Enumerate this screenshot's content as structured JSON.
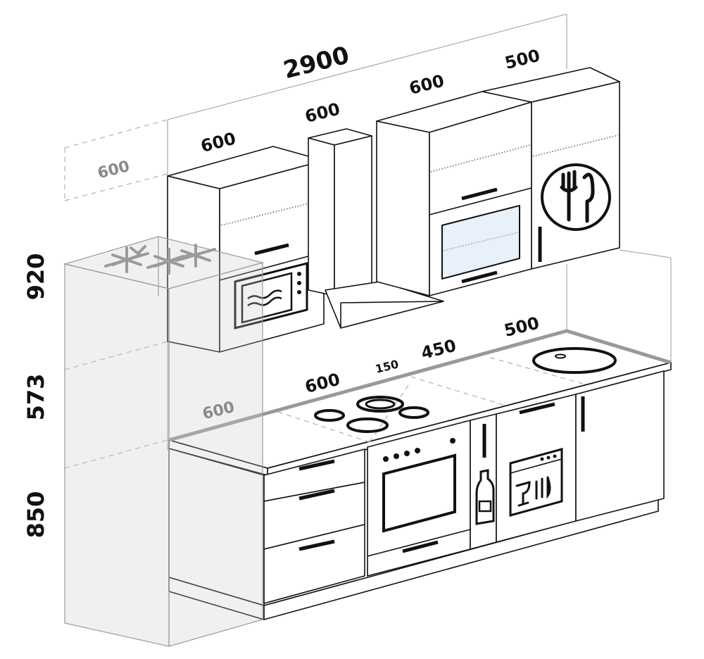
{
  "dimensions": {
    "total_width": "2900",
    "upper_cabinet_1": "600",
    "hood": "600",
    "upper_cabinet_2": "600",
    "upper_cabinet_3": "500",
    "depth_upper": "600",
    "depth_lower": "600",
    "base_cabinet_1": "600",
    "gap": "150",
    "base_cabinet_2": "450",
    "base_cabinet_3": "500",
    "height_upper": "920",
    "height_middle": "573",
    "height_lower": "850"
  },
  "icons": [
    "snowflake-icon",
    "microwave-icon",
    "range-hood-icon",
    "oven-icon",
    "cutlery-icon",
    "hob-icon",
    "sink-icon",
    "bottle-icon",
    "dishwasher-icon"
  ],
  "colors": {
    "outline": "#111111",
    "dimension_line": "#9a9a9a",
    "fridge_ghost": "#c8c8c8",
    "oven_glass": "#e8f0fa"
  }
}
